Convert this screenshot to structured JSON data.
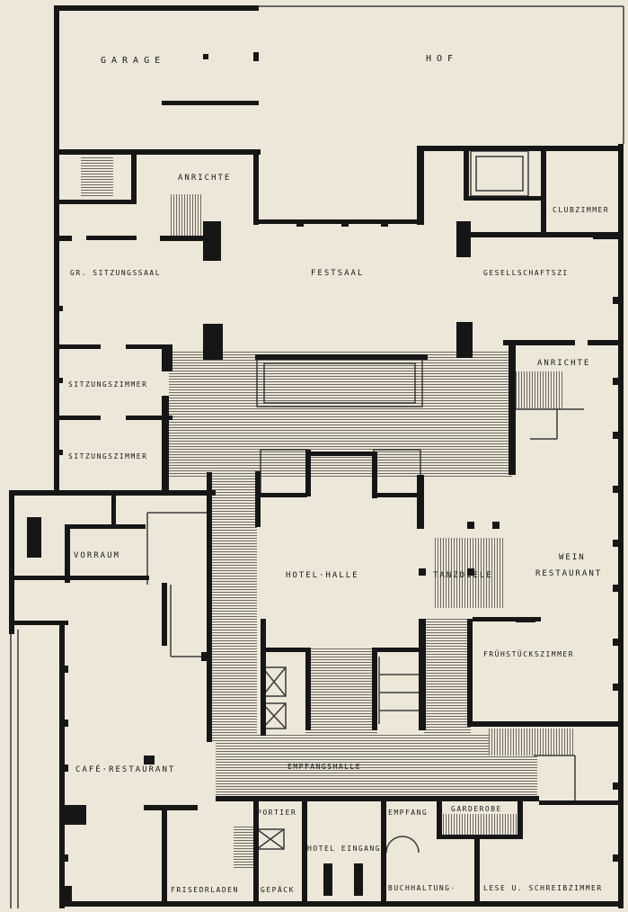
{
  "rooms": {
    "garage": "GARAGE",
    "hof": "HOF",
    "anrichte_top": "ANRICHTE",
    "clubzimmer": "CLUBZIMMER",
    "gr_sitzungssaal": "GR. SITZUNGSSAAL",
    "festsaal": "FESTSAAL",
    "gesellschaftszi": "GESELLSCHAFTSZI",
    "sitzungszimmer_1": "SITZUNGSZIMMER",
    "sitzungszimmer_2": "SITZUNGSZIMMER",
    "anrichte_right": "ANRICHTE",
    "vorraum": "VORRAUM",
    "hotel_halle": "HOTEL·HALLE",
    "tanzdiele": "TANZDIELE",
    "wein": "WEIN",
    "restaurant": "RESTAURANT",
    "fruehstueckszimmer": "FRÜHSTÜCKSZIMMER",
    "cafe_restaurant": "CAFÉ·RESTAURANT",
    "empfangshalle": "EMPFANGSHALLE",
    "portier": "PORTIER",
    "empfang": "EMPFANG",
    "garderobe": "GARDEROBE",
    "hotel_eingang": "HOTEL EINGANG",
    "frisedrladen": "FRISEDRLADEN",
    "gepaeck": "GEPÄCK",
    "buchhaltung": "BUCHHALTUNG·",
    "lese_schreibzimmer": "LESE U. SCHREIBZIMMER"
  },
  "colors": {
    "paper": "#ede7d9",
    "ink": "#161616",
    "hatch": "#8a8680"
  }
}
